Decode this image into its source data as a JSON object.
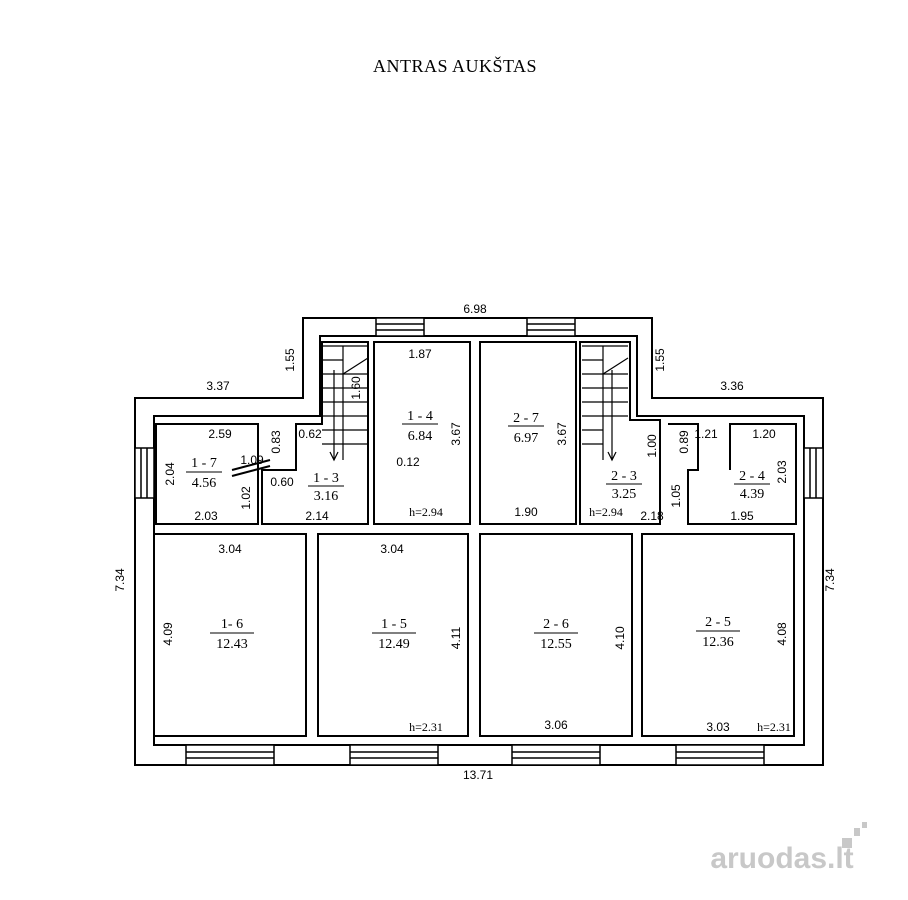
{
  "title": "ANTRAS AUKŠTAS",
  "watermark": "aruodas.lt",
  "rooms": [
    {
      "id": "1 - 7",
      "area": "4.56"
    },
    {
      "id": "1 - 3",
      "area": "3.16"
    },
    {
      "id": "1 - 4",
      "area": "6.84"
    },
    {
      "id": "2 - 7",
      "area": "6.97"
    },
    {
      "id": "2 - 3",
      "area": "3.25"
    },
    {
      "id": "2 - 4",
      "area": "4.39"
    },
    {
      "id": "1- 6",
      "area": "12.43"
    },
    {
      "id": "1 - 5",
      "area": "12.49"
    },
    {
      "id": "2 - 6",
      "area": "12.55"
    },
    {
      "id": "2 - 5",
      "area": "12.36"
    }
  ],
  "dimensions": {
    "top_total": "6.98",
    "left_wing_h": "1.55",
    "right_wing_h": "1.55",
    "left_wing_w": "3.37",
    "right_wing_w": "3.36",
    "r17_top": "2.59",
    "r17_bottom": "2.03",
    "r17_side": "2.04",
    "r17_wall": "0.83",
    "r17_partition": "1.09",
    "r17_door": "1.02",
    "r13_top": "0.62",
    "r13_door": "0.60",
    "r13_stair": "1.60",
    "r13_bottom": "2.14",
    "r13_offset": "0.12",
    "r14_top": "1.87",
    "r14_side": "3.67",
    "r27_side": "3.67",
    "r27_bottom": "1.90",
    "r23_side": "1.00",
    "r23_door": "1.05",
    "r23_bottom": "2.18",
    "r24_a": "0.89",
    "r24_b": "1.21",
    "r24_c": "1.20",
    "r24_side": "2.03",
    "r24_bottom": "1.95",
    "left_total": "7.34",
    "right_total": "7.34",
    "r16_top": "3.04",
    "r16_side": "4.09",
    "r15_top": "3.04",
    "r15_side": "4.11",
    "r26_side": "4.10",
    "r26_bottom": "3.06",
    "r25_side": "4.08",
    "r25_bottom": "3.03",
    "bottom_total": "13.71"
  },
  "heights": {
    "r14": "h=2.94",
    "r23": "h=2.94",
    "r15": "h=2.31",
    "r25": "h=2.31"
  }
}
